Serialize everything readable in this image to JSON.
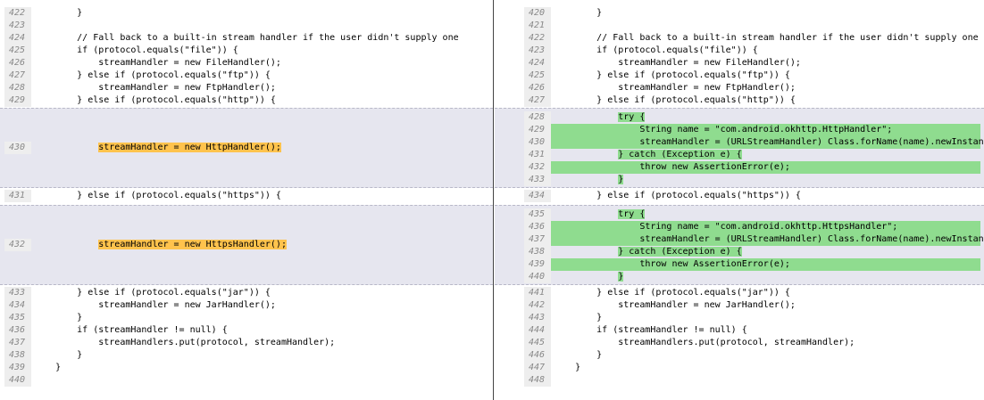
{
  "left": {
    "rows": [
      {
        "num": "422",
        "text": "        }"
      },
      {
        "num": "423",
        "text": ""
      },
      {
        "num": "424",
        "text": "        // Fall back to a built-in stream handler if the user didn't supply one"
      },
      {
        "num": "425",
        "text": "        if (protocol.equals(\"file\")) {"
      },
      {
        "num": "426",
        "text": "            streamHandler = new FileHandler();"
      },
      {
        "num": "427",
        "text": "        } else if (protocol.equals(\"ftp\")) {"
      },
      {
        "num": "428",
        "text": "            streamHandler = new FtpHandler();"
      },
      {
        "num": "429",
        "text": "        } else if (protocol.equals(\"http\")) {"
      }
    ],
    "change1": {
      "num": "430",
      "indent": "            ",
      "text": "streamHandler = new HttpHandler();"
    },
    "mid": {
      "num": "431",
      "text": "        } else if (protocol.equals(\"https\")) {"
    },
    "change2": {
      "num": "432",
      "indent": "            ",
      "text": "streamHandler = new HttpsHandler();"
    },
    "tail": [
      {
        "num": "433",
        "text": "        } else if (protocol.equals(\"jar\")) {"
      },
      {
        "num": "434",
        "text": "            streamHandler = new JarHandler();"
      },
      {
        "num": "435",
        "text": "        }"
      },
      {
        "num": "436",
        "text": "        if (streamHandler != null) {"
      },
      {
        "num": "437",
        "text": "            streamHandlers.put(protocol, streamHandler);"
      },
      {
        "num": "438",
        "text": "        }"
      },
      {
        "num": "439",
        "text": "    }"
      },
      {
        "num": "440",
        "text": ""
      }
    ]
  },
  "right": {
    "rows": [
      {
        "num": "420",
        "text": "        }"
      },
      {
        "num": "421",
        "text": ""
      },
      {
        "num": "422",
        "text": "        // Fall back to a built-in stream handler if the user didn't supply one"
      },
      {
        "num": "423",
        "text": "        if (protocol.equals(\"file\")) {"
      },
      {
        "num": "424",
        "text": "            streamHandler = new FileHandler();"
      },
      {
        "num": "425",
        "text": "        } else if (protocol.equals(\"ftp\")) {"
      },
      {
        "num": "426",
        "text": "            streamHandler = new FtpHandler();"
      },
      {
        "num": "427",
        "text": "        } else if (protocol.equals(\"http\")) {"
      }
    ],
    "change1": [
      {
        "num": "428",
        "indent": "            ",
        "text": "try {"
      },
      {
        "num": "429",
        "indent": "",
        "text": "                String name = \"com.android.okhttp.HttpHandler\";"
      },
      {
        "num": "430",
        "indent": "",
        "text": "                streamHandler = (URLStreamHandler) Class.forName(name).newInstance();"
      },
      {
        "num": "431",
        "indent": "            ",
        "text": "} catch (Exception e) {"
      },
      {
        "num": "432",
        "indent": "",
        "text": "                throw new AssertionError(e);"
      },
      {
        "num": "433",
        "indent": "            ",
        "text": "}"
      }
    ],
    "mid": {
      "num": "434",
      "text": "        } else if (protocol.equals(\"https\")) {"
    },
    "change2": [
      {
        "num": "435",
        "indent": "            ",
        "text": "try {"
      },
      {
        "num": "436",
        "indent": "",
        "text": "                String name = \"com.android.okhttp.HttpsHandler\";"
      },
      {
        "num": "437",
        "indent": "",
        "text": "                streamHandler = (URLStreamHandler) Class.forName(name).newInstance();"
      },
      {
        "num": "438",
        "indent": "            ",
        "text": "} catch (Exception e) {"
      },
      {
        "num": "439",
        "indent": "",
        "text": "                throw new AssertionError(e);"
      },
      {
        "num": "440",
        "indent": "            ",
        "text": "}"
      }
    ],
    "tail": [
      {
        "num": "441",
        "text": "        } else if (protocol.equals(\"jar\")) {"
      },
      {
        "num": "442",
        "text": "            streamHandler = new JarHandler();"
      },
      {
        "num": "443",
        "text": "        }"
      },
      {
        "num": "444",
        "text": "        if (streamHandler != null) {"
      },
      {
        "num": "445",
        "text": "            streamHandlers.put(protocol, streamHandler);"
      },
      {
        "num": "446",
        "text": "        }"
      },
      {
        "num": "447",
        "text": "    }"
      },
      {
        "num": "448",
        "text": ""
      }
    ]
  },
  "colors": {
    "removed_highlight": "#ffc34d",
    "added_highlight": "#8fdc8f",
    "change_band": "#e6e6ef"
  }
}
